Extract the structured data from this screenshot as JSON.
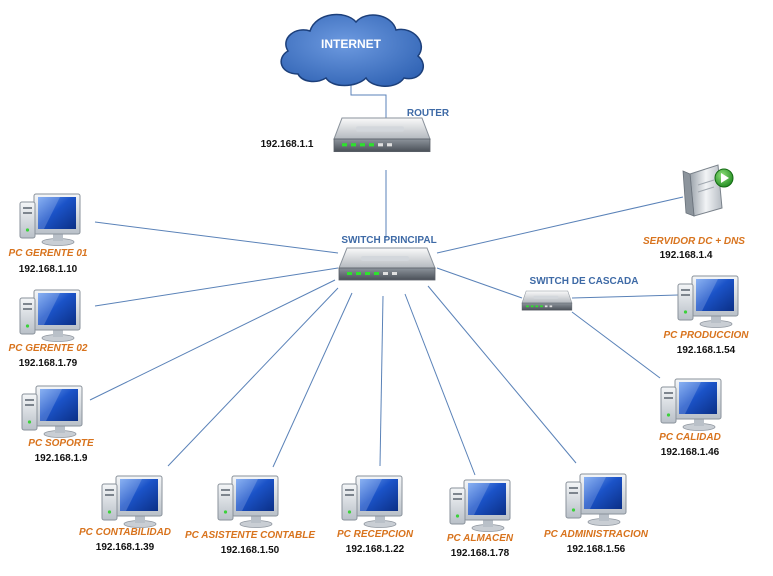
{
  "colors": {
    "pc_label": "#d8731d",
    "device_label": "#3e6aa6",
    "ip_text": "#111111",
    "cloud_fill": "#3d74c4",
    "cloud_stroke": "#1c3f7a",
    "link_line": "#5a82b8",
    "monitor_screen": "#1b53c8"
  },
  "internet": {
    "label": "INTERNET"
  },
  "router": {
    "label": "ROUTER",
    "ip": "192.168.1.1"
  },
  "switch_principal": {
    "label": "SWITCH PRINCIPAL"
  },
  "switch_cascada": {
    "label": "SWITCH DE CASCADA"
  },
  "server": {
    "label": "SERVIDOR DC + DNS",
    "ip": "192.168.1.4"
  },
  "pcs": [
    {
      "name": "PC GERENTE 01",
      "ip": "192.168.1.10"
    },
    {
      "name": "PC GERENTE 02",
      "ip": "192.168.1.79"
    },
    {
      "name": "PC SOPORTE",
      "ip": "192.168.1.9"
    },
    {
      "name": "PC CONTABILIDAD",
      "ip": "192.168.1.39"
    },
    {
      "name": "PC ASISTENTE CONTABLE",
      "ip": "192.168.1.50"
    },
    {
      "name": "PC RECEPCION",
      "ip": "192.168.1.22"
    },
    {
      "name": "PC ALMACEN",
      "ip": "192.168.1.78"
    },
    {
      "name": "PC ADMINISTRACION",
      "ip": "192.168.1.56"
    },
    {
      "name": "PC PRODUCCION",
      "ip": "192.168.1.54"
    },
    {
      "name": "PC CALIDAD",
      "ip": "192.168.1.46"
    }
  ]
}
